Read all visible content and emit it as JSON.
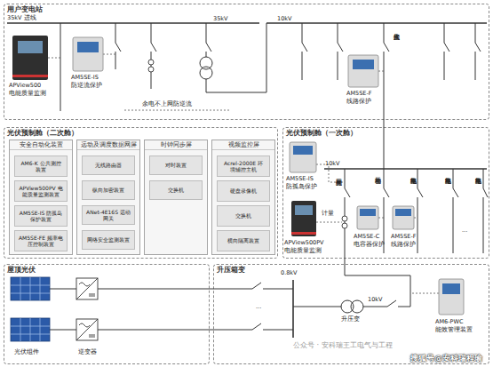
{
  "diagram": {
    "nodes": [
      {
        "text": [
          "用户变电站"
        ]
      },
      {
        "text": [
          "光伏预制舱（二次舱）"
        ]
      },
      {
        "text": [
          "安全自动化装置"
        ],
        "in": 1
      },
      {
        "text": [
          "AM6-K 公共测控装置"
        ],
        "in": 2
      },
      {
        "text": [
          "APView500PV 电能质量监测装置"
        ],
        "in": 2
      },
      {
        "text": [
          "AM5SE-IS 防孤岛保护装置"
        ],
        "in": 2
      },
      {
        "text": [
          "AM5SE-FE 频率电压控制装置"
        ],
        "in": 2
      },
      {
        "text": [
          "远动及调度数据网屏"
        ],
        "in": 1
      },
      {
        "text": [
          "无线路由器"
        ],
        "in": 7
      },
      {
        "text": [
          "纵向加密装置"
        ],
        "in": 7
      },
      {
        "text": [
          "ANet-4E16S 远动网关"
        ],
        "in": 7
      },
      {
        "text": [
          "网络安全监测装置"
        ],
        "in": 7
      },
      {
        "text": [
          "时钟同步屏"
        ],
        "in": 1
      },
      {
        "text": [
          "对时装置"
        ],
        "in": 12
      },
      {
        "text": [
          "交换机"
        ],
        "in": 12
      },
      {
        "text": [
          "视频监控屏"
        ],
        "in": 1
      },
      {
        "text": [
          "Acrel-2000E 环境辅控主机"
        ],
        "in": 15
      },
      {
        "text": [
          "硬盘录像机"
        ],
        "in": 15
      },
      {
        "text": [
          "交换机"
        ],
        "in": 15
      },
      {
        "text": [
          "横向隔离装置"
        ],
        "in": 15
      },
      {
        "text": [
          "光伏预制舱（一次舱）"
        ]
      },
      {
        "text": [
          "屋顶光伏"
        ]
      },
      {
        "text": [
          "升压箱变"
        ]
      }
    ],
    "edges": [
      {
        "from": 21,
        "to": 22,
        "arrow": "none"
      },
      {
        "from": 22,
        "to": 20,
        "arrow": "none"
      },
      {
        "from": 20,
        "to": 0,
        "arrow": "none"
      }
    ],
    "labels": [
      "35kV 进线",
      "35kV",
      "10kV",
      "APView500",
      "电能质量监测",
      "AM5SE-IS",
      "防逆流保护",
      "余电不上网防逆流",
      "光伏接入柜",
      "AM5SE-F",
      "线路保护",
      "AM5SE-IS",
      "防孤岛保护",
      "10kV",
      "光伏并网柜",
      "计量",
      "APView500PV",
      "电能质量监测",
      "无功补偿柜",
      "AM5SE-C",
      "电容器保护",
      "集电线路柜",
      "AM5SE-F",
      "线路保护",
      "集电线路柜",
      "集电线路柜",
      "...",
      "光伏组件",
      "逆变器",
      "0.8kV",
      "10kV",
      "升压变",
      "AM6-PWC",
      "能效管理装置",
      "...",
      "公众号 · 安科瑞王工电气与工程",
      "搜狐号@安科瑞程瑜"
    ]
  }
}
